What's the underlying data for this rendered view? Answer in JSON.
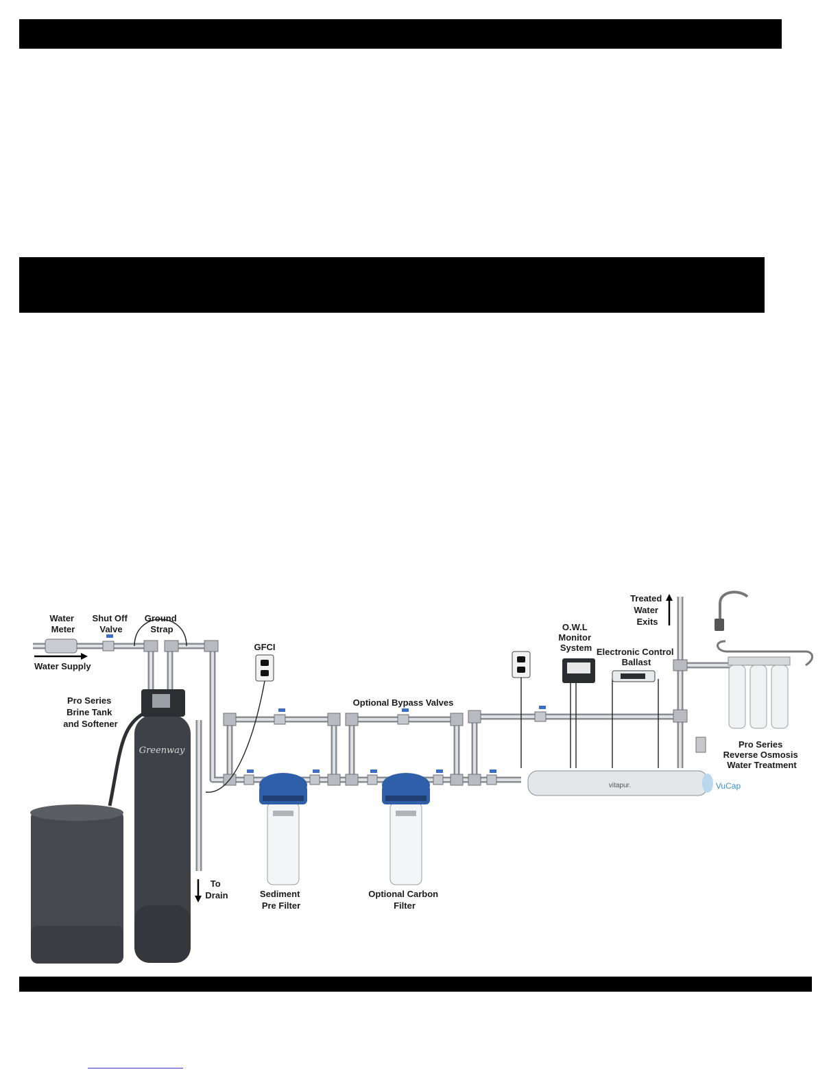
{
  "labels": {
    "water_meter": [
      "Water",
      "Meter"
    ],
    "shut_off_valve": [
      "Shut Off",
      "Valve"
    ],
    "ground_strap": [
      "Ground",
      "Strap"
    ],
    "water_supply": "Water Supply",
    "brine_tank": [
      "Pro Series",
      "Brine Tank",
      "and Softener"
    ],
    "gfci": "GFCI",
    "optional_bypass_valves": "Optional Bypass Valves",
    "to_drain": [
      "To",
      "Drain"
    ],
    "sediment_pre_filter": [
      "Sediment",
      "Pre Filter"
    ],
    "optional_carbon_filter": [
      "Optional Carbon",
      "Filter"
    ],
    "owl_monitor": [
      "O.W.L",
      "Monitor",
      "System"
    ],
    "electronic_ballast": [
      "Electronic Control",
      "Ballast"
    ],
    "treated_water_exits": [
      "Treated",
      "Water",
      "Exits"
    ],
    "ro_system": [
      "Pro Series",
      "Reverse Osmosis",
      "Water Treatment"
    ]
  },
  "logos": {
    "greenway": "Greenway",
    "vitapur": "vitapur.",
    "vucap": "VuCap"
  },
  "colors": {
    "pipe": "#8a8d92",
    "tank": "#3e4145",
    "filter_cap": "#2f5fa8",
    "header_bar": "#000000"
  }
}
